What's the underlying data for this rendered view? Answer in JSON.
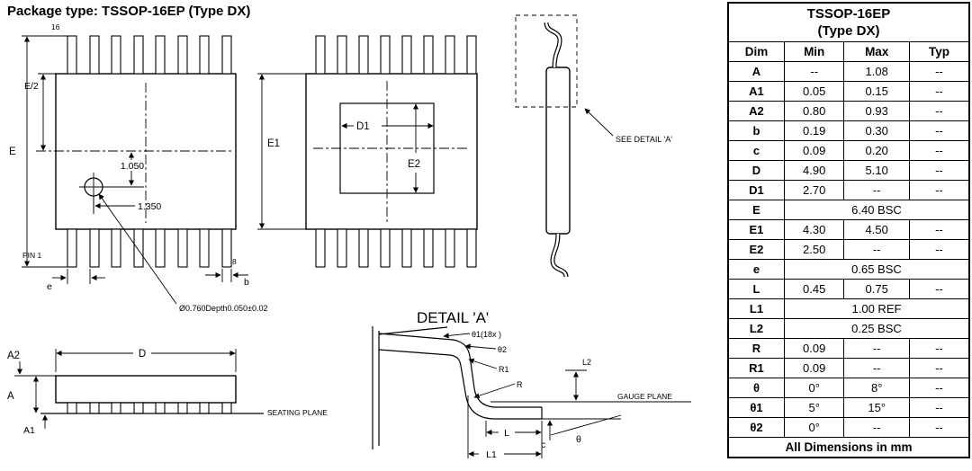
{
  "title": "Package type: TSSOP-16EP (Type DX)",
  "drawings": {
    "top_view": {
      "pin16_label": "16",
      "pin8_label": "8",
      "pin1_label": "PIN 1",
      "dim_e_half": "E/2",
      "dim_e": "E",
      "dim_1050": "1.050",
      "dim_1350": "1.350",
      "dim_pitch": "e",
      "dim_b": "b",
      "hole_note": "Ø0.760Depth0.050±0.02"
    },
    "pad_view": {
      "dim_e1": "E1",
      "dim_d1": "D1",
      "dim_e2": "E2"
    },
    "side_profile": {
      "see_detail_note": "SEE DETAIL 'A'"
    },
    "side_view": {
      "dim_a2": "A2",
      "dim_d": "D",
      "dim_a": "A",
      "dim_a1": "A1",
      "seating_plane": "SEATING PLANE"
    },
    "detail_a": {
      "title": "DETAIL 'A'",
      "dim_theta1": "θ1(18x )",
      "dim_theta2": "θ2",
      "dim_r1": "R1",
      "dim_r": "R",
      "dim_l2": "L2",
      "gauge_plane": "GAUGE PLANE",
      "dim_l": "L",
      "dim_c": "c",
      "dim_theta": "θ",
      "dim_l1": "L1"
    }
  },
  "table": {
    "title_line1": "TSSOP-16EP",
    "title_line2": "(Type DX)",
    "headers": [
      "Dim",
      "Min",
      "Max",
      "Typ"
    ],
    "rows": [
      {
        "dim": "A",
        "min": "--",
        "max": "1.08",
        "typ": "--"
      },
      {
        "dim": "A1",
        "min": "0.05",
        "max": "0.15",
        "typ": "--"
      },
      {
        "dim": "A2",
        "min": "0.80",
        "max": "0.93",
        "typ": "--"
      },
      {
        "dim": "b",
        "min": "0.19",
        "max": "0.30",
        "typ": "--"
      },
      {
        "dim": "c",
        "min": "0.09",
        "max": "0.20",
        "typ": "--"
      },
      {
        "dim": "D",
        "min": "4.90",
        "max": "5.10",
        "typ": "--"
      },
      {
        "dim": "D1",
        "min": "2.70",
        "max": "--",
        "typ": "--"
      },
      {
        "dim": "E",
        "span": "6.40 BSC"
      },
      {
        "dim": "E1",
        "min": "4.30",
        "max": "4.50",
        "typ": "--"
      },
      {
        "dim": "E2",
        "min": "2.50",
        "max": "--",
        "typ": "--"
      },
      {
        "dim": "e",
        "span": "0.65 BSC"
      },
      {
        "dim": "L",
        "min": "0.45",
        "max": "0.75",
        "typ": "--"
      },
      {
        "dim": "L1",
        "span": "1.00  REF"
      },
      {
        "dim": "L2",
        "span": "0.25 BSC"
      },
      {
        "dim": "R",
        "min": "0.09",
        "max": "--",
        "typ": "--"
      },
      {
        "dim": "R1",
        "min": "0.09",
        "max": "--",
        "typ": "--"
      },
      {
        "dim": "θ",
        "min": "0°",
        "max": "8°",
        "typ": "--"
      },
      {
        "dim": "θ1",
        "min": "5°",
        "max": "15°",
        "typ": "--"
      },
      {
        "dim": "θ2",
        "min": "0°",
        "max": "--",
        "typ": "--"
      }
    ],
    "footer": "All Dimensions in mm"
  }
}
